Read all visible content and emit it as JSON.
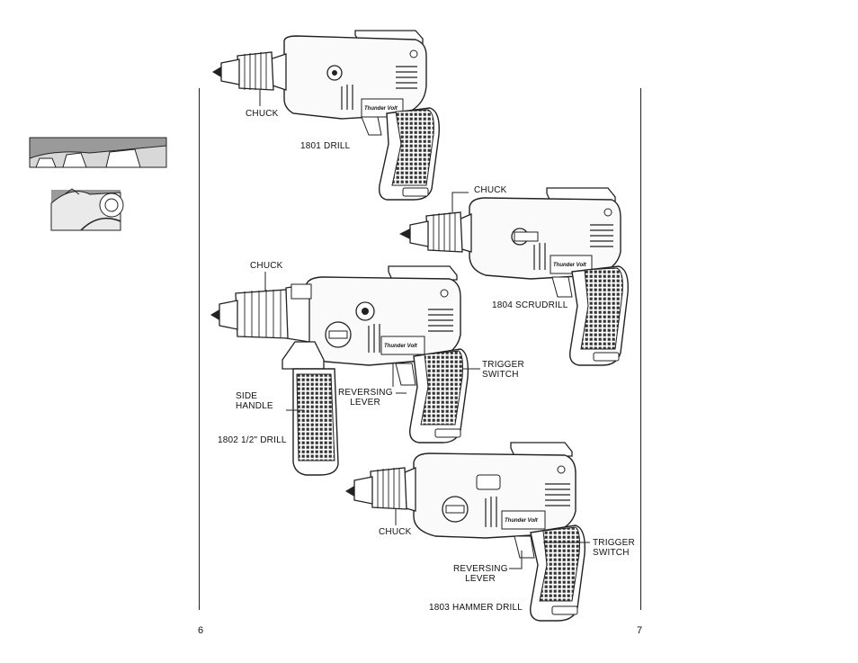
{
  "page_numbers": {
    "left": "6",
    "right": "7"
  },
  "drills": [
    {
      "model": "1801 DRILL",
      "callouts": [
        "CHUCK"
      ]
    },
    {
      "model": "1804 SCRUDRILL",
      "callouts": [
        "CHUCK"
      ]
    },
    {
      "model": "1802 1/2\" DRILL",
      "callouts": [
        "CHUCK",
        "SIDE\nHANDLE",
        "REVERSING\nLEVER",
        "TRIGGER\nSWITCH"
      ]
    },
    {
      "model": "1803 HAMMER DRILL",
      "callouts": [
        "CHUCK",
        "REVERSING\nLEVER",
        "TRIGGER\nSWITCH"
      ]
    }
  ],
  "badge_text": "Thunder Volt"
}
